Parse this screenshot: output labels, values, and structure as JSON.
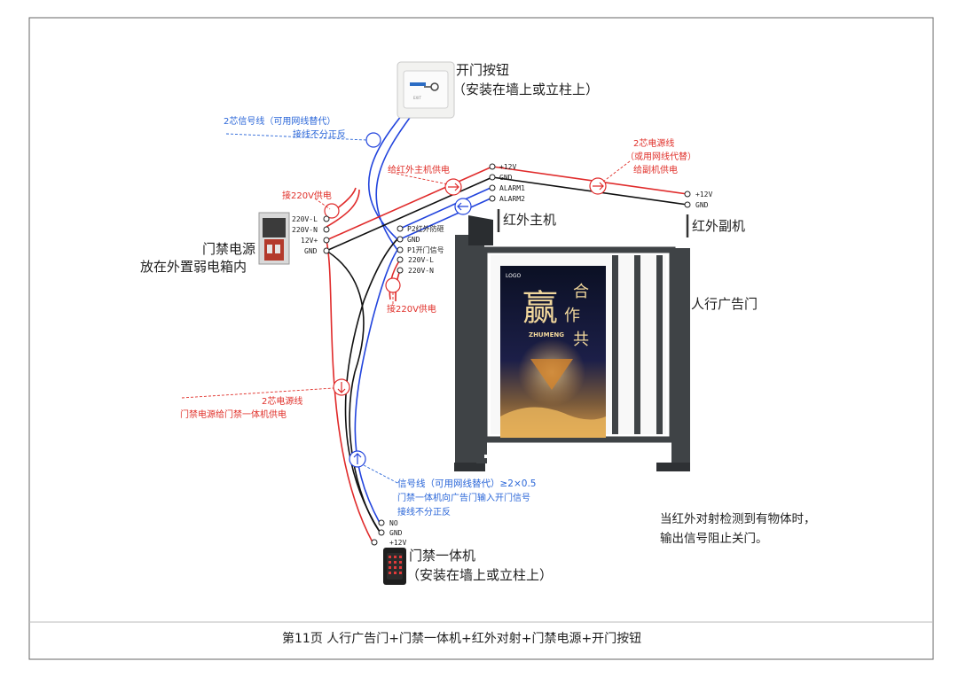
{
  "colors": {
    "signal_wire": "#2244dd",
    "power_wire": "#e02b2b",
    "ground_wire": "#111111",
    "red_label": "#e0302a",
    "blue_label": "#2a66d8",
    "gate_frame": "#3f4346"
  },
  "exit_button": {
    "title": "开门按钮",
    "subtitle": "（安装在墙上或立柱上）"
  },
  "power_supply": {
    "line1": "门禁电源",
    "line2": "放在外置弱电箱内",
    "feed_note": "接220V供电",
    "terminals": [
      "220V-L",
      "220V-N",
      "12V+",
      "GND"
    ]
  },
  "signal_note": {
    "line1": "2芯信号线（可用网线替代）",
    "line2": "接线不分正反"
  },
  "ir_power_note": "给红外主机供电",
  "ir_terminals": [
    "+12V",
    "GND",
    "ALARM1",
    "ALARM2"
  ],
  "ir_remote_terminals": [
    "+12V",
    "GND"
  ],
  "ir_link_note": {
    "line1": "2芯电源线",
    "line2": "（或用网线代替）",
    "line3": "给副机供电"
  },
  "ir_main_label": "红外主机",
  "ir_sub_label": "红外副机",
  "gate_board": {
    "terminals": [
      "P2红外防砸",
      "GND",
      "P1开门信号",
      "220V-L",
      "220V-N"
    ],
    "feed_note": "接220V供电"
  },
  "gate_label": "人行广告门",
  "poster": {
    "logo": "LOGO",
    "big": "赢",
    "line_a": "合",
    "line_b": "作",
    "line_c": "共",
    "sub": "ZHUMENG"
  },
  "power_line_note": {
    "line1": "2芯电源线",
    "line2": "门禁电源给门禁一体机供电"
  },
  "signal_line_note": {
    "line1": "信号线（可用网线替代）≥2×0.5",
    "line2": "门禁一体机向广告门输入开门信号",
    "line3": "接线不分正反"
  },
  "keypad_terminals": [
    "NO",
    "GND",
    "+12V"
  ],
  "keypad": {
    "title": "门禁一体机",
    "subtitle": "（安装在墙上或立柱上）"
  },
  "ir_detect_note": {
    "line1": "当红外对射检测到有物体时，",
    "line2": "输出信号阻止关门。"
  },
  "footer": "第11页  人行广告门+门禁一体机+红外对射+门禁电源+开门按钮"
}
